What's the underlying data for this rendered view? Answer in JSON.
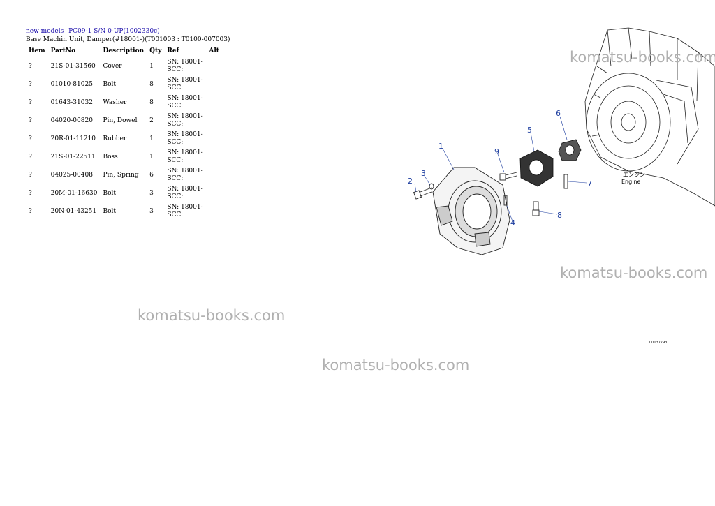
{
  "breadcrumb": {
    "link1": "new models",
    "link2": "PC09-1 S/N 0-UP(1002330c)"
  },
  "subtitle": "Base Machin Unit, Damper(#18001-)(T001003 : T0100-007003)",
  "table": {
    "headers": [
      "Item",
      "PartNo",
      "Description",
      "Qty",
      "Ref",
      "Alt"
    ],
    "rows": [
      {
        "item": "?",
        "part": "21S-01-31560",
        "desc": "Cover",
        "qty": "1",
        "ref1": "SN: 18001-",
        "ref2": "SCC:"
      },
      {
        "item": "?",
        "part": "01010-81025",
        "desc": "Bolt",
        "qty": "8",
        "ref1": "SN: 18001-",
        "ref2": "SCC:"
      },
      {
        "item": "?",
        "part": "01643-31032",
        "desc": "Washer",
        "qty": "8",
        "ref1": "SN: 18001-",
        "ref2": "SCC:"
      },
      {
        "item": "?",
        "part": "04020-00820",
        "desc": "Pin, Dowel",
        "qty": "2",
        "ref1": "SN: 18001-",
        "ref2": "SCC:"
      },
      {
        "item": "?",
        "part": "20R-01-11210",
        "desc": "Rubber",
        "qty": "1",
        "ref1": "SN: 18001-",
        "ref2": "SCC:"
      },
      {
        "item": "?",
        "part": "21S-01-22511",
        "desc": "Boss",
        "qty": "1",
        "ref1": "SN: 18001-",
        "ref2": "SCC:"
      },
      {
        "item": "?",
        "part": "04025-00408",
        "desc": "Pin, Spring",
        "qty": "6",
        "ref1": "SN: 18001-",
        "ref2": "SCC:"
      },
      {
        "item": "?",
        "part": "20M-01-16630",
        "desc": "Bolt",
        "qty": "3",
        "ref1": "SN: 18001-",
        "ref2": "SCC:"
      },
      {
        "item": "?",
        "part": "20N-01-43251",
        "desc": "Bolt",
        "qty": "3",
        "ref1": "SN: 18001-",
        "ref2": "SCC:"
      }
    ]
  },
  "watermarks": [
    "komatsu-books.com",
    "komatsu-books.com",
    "komatsu-books.com",
    "komatsu-books.com"
  ],
  "diagram": {
    "callouts": [
      "1",
      "2",
      "3",
      "4",
      "5",
      "6",
      "7",
      "8",
      "9"
    ],
    "engine_label_jp": "エンジン",
    "engine_label_en": "Engine",
    "figure_number": "00037793"
  },
  "colors": {
    "link": "#1a0dab",
    "callout": "#1f3fa0",
    "watermark": "#b0b0b0"
  }
}
